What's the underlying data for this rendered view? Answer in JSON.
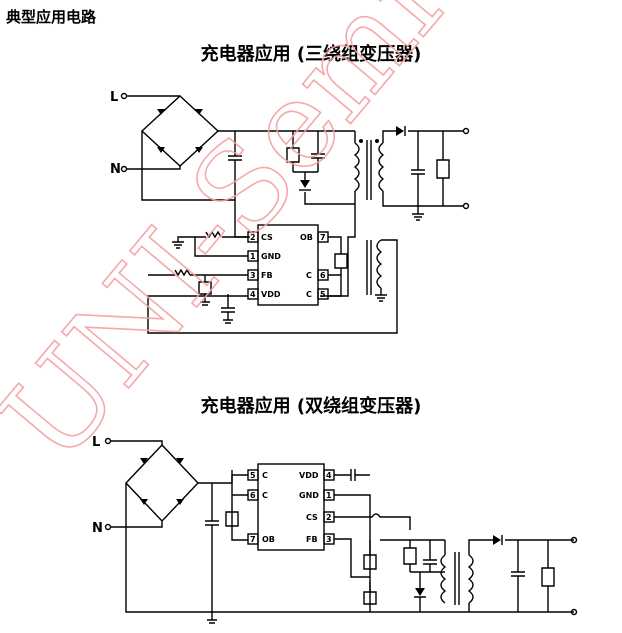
{
  "page_title": "典型应用电路",
  "diagram1": {
    "title": "充电器应用 (三绕组变压器)",
    "line_label": "L",
    "neutral_label": "N",
    "pins": [
      {
        "num": "2",
        "name": "CS"
      },
      {
        "num": "1",
        "name": "GND"
      },
      {
        "num": "3",
        "name": "FB"
      },
      {
        "num": "4",
        "name": "VDD"
      },
      {
        "num": "7",
        "name": "OB"
      },
      {
        "num": "6",
        "name": "C"
      },
      {
        "num": "5",
        "name": "C"
      }
    ]
  },
  "diagram2": {
    "title": "充电器应用 (双绕组变压器)",
    "line_label": "L",
    "neutral_label": "N",
    "pins": [
      {
        "num": "5",
        "name": "C"
      },
      {
        "num": "6",
        "name": "C"
      },
      {
        "num": "7",
        "name": "OB"
      },
      {
        "num": "4",
        "name": "VDD"
      },
      {
        "num": "1",
        "name": "GND"
      },
      {
        "num": "2",
        "name": "CS"
      },
      {
        "num": "3",
        "name": "FB"
      }
    ]
  },
  "watermark": {
    "text": "UNI-Semi",
    "color": "#f4a0a0"
  }
}
